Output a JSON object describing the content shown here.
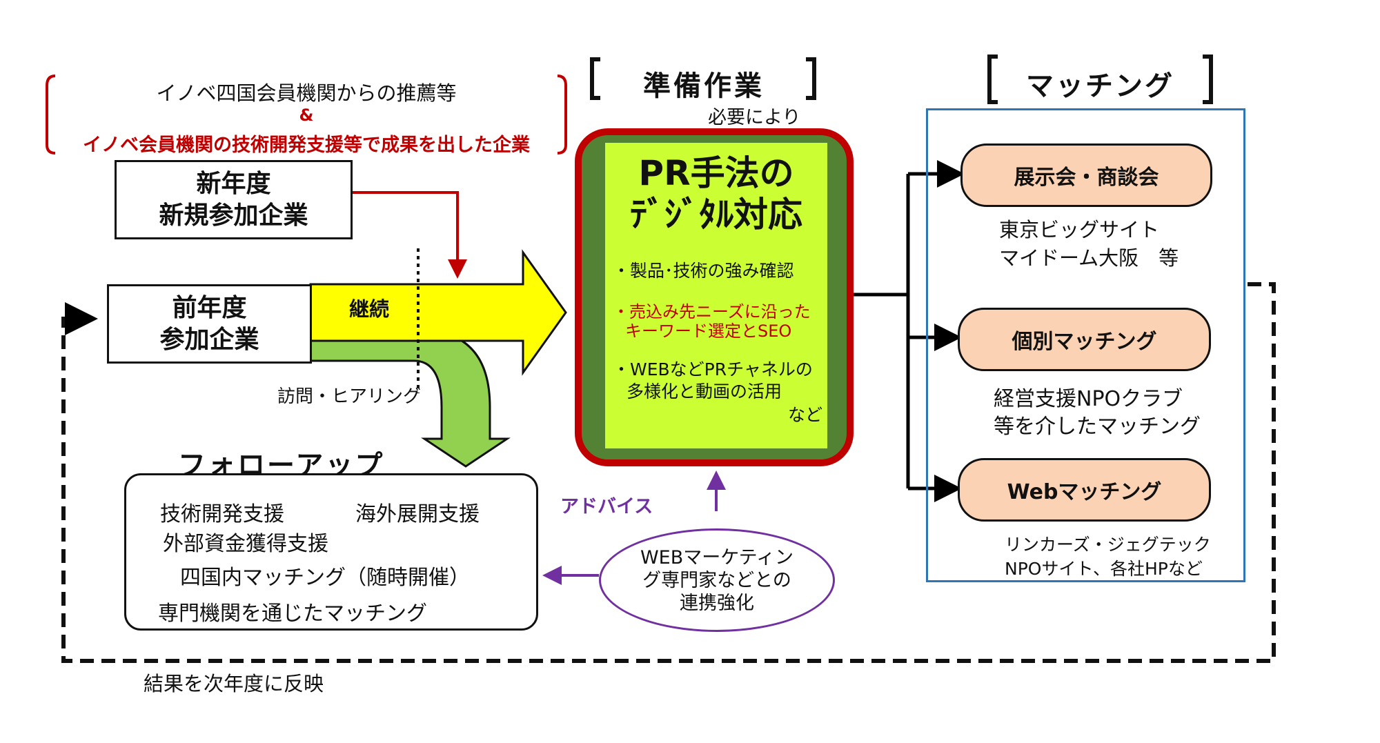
{
  "recommendation": {
    "line1": "イノベ四国会員機関からの推薦等",
    "amp": "&",
    "line2": "イノベ会員機関の技術開発支援等で成果を出した企業"
  },
  "new_company": {
    "line1": "新年度",
    "line2": "新規参加企業"
  },
  "prev_company": {
    "line1": "前年度",
    "line2": "参加企業"
  },
  "continue_label": "継続",
  "visit_label": "訪問・ヒアリング",
  "follow_up": {
    "title": "フォローアップ",
    "items": [
      "技術開発支援",
      "海外展開支援",
      "外部資金獲得支援",
      "四国内マッチング（随時開催）",
      "専門機関を通じたマッチング"
    ]
  },
  "prep": {
    "header": "準備作業",
    "note": "必要により",
    "title_line1": "PR手法の",
    "title_line2": "ﾃﾞｼﾞﾀﾙ対応",
    "bullet1": "・製品･技術の強み確認",
    "bullet2_line1": "・売込み先ニーズに沿った",
    "bullet2_line2": "キーワード選定とSEO",
    "bullet3_line1": "・WEBなどPRチャネルの",
    "bullet3_line2": "多様化と動画の活用",
    "bullet3_suffix": "など"
  },
  "advice_label": "アドバイス",
  "web_partner": {
    "line1": "WEBマーケティン",
    "line2": "グ専門家などとの",
    "line3": "連携強化"
  },
  "matching": {
    "header": "マッチング",
    "exhibition": {
      "label": "展示会・商談会",
      "desc1": "東京ビッグサイト",
      "desc2": "マイドーム大阪　等"
    },
    "individual": {
      "label": "個別マッチング",
      "desc1": "経営支援NPOクラブ",
      "desc2": "等を介したマッチング"
    },
    "web": {
      "label": "Webマッチング",
      "desc1": "リンカーズ・ジェグテック",
      "desc2": "NPOサイト、各社HPなど"
    }
  },
  "feedback_label": "結果を次年度に反映",
  "colors": {
    "red": "#c00000",
    "yellow": "#ffff00",
    "green_arrow": "#92d050",
    "pr_border": "#c00000",
    "pr_fill": "#548235",
    "pr_inner": "#ccff33",
    "pill_fill": "#fbd3b4",
    "purple": "#7030a0",
    "blue_frame": "#2e75b6"
  }
}
